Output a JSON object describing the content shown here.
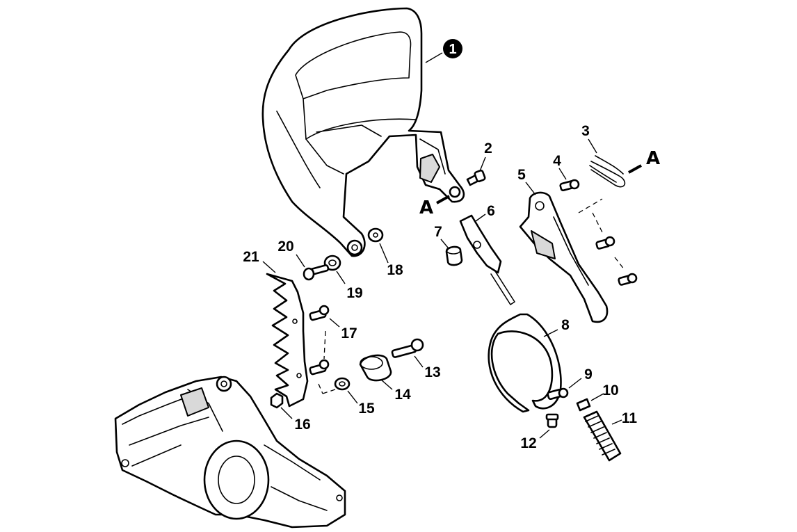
{
  "callouts": [
    {
      "id": "1",
      "label": "1"
    },
    {
      "id": "2",
      "label": "2"
    },
    {
      "id": "3",
      "label": "3"
    },
    {
      "id": "4",
      "label": "4"
    },
    {
      "id": "5",
      "label": "5"
    },
    {
      "id": "6",
      "label": "6"
    },
    {
      "id": "7",
      "label": "7"
    },
    {
      "id": "8",
      "label": "8"
    },
    {
      "id": "9",
      "label": "9"
    },
    {
      "id": "10",
      "label": "10"
    },
    {
      "id": "11",
      "label": "11"
    },
    {
      "id": "12",
      "label": "12"
    },
    {
      "id": "13",
      "label": "13"
    },
    {
      "id": "14",
      "label": "14"
    },
    {
      "id": "15",
      "label": "15"
    },
    {
      "id": "16",
      "label": "16"
    },
    {
      "id": "17",
      "label": "17"
    },
    {
      "id": "18",
      "label": "18"
    },
    {
      "id": "19",
      "label": "19"
    },
    {
      "id": "20",
      "label": "20"
    },
    {
      "id": "21",
      "label": "21"
    }
  ],
  "reference_marks": {
    "left": "A",
    "right": "A"
  },
  "colors": {
    "line": "#000000",
    "background": "#ffffff",
    "badge": "#000000"
  }
}
